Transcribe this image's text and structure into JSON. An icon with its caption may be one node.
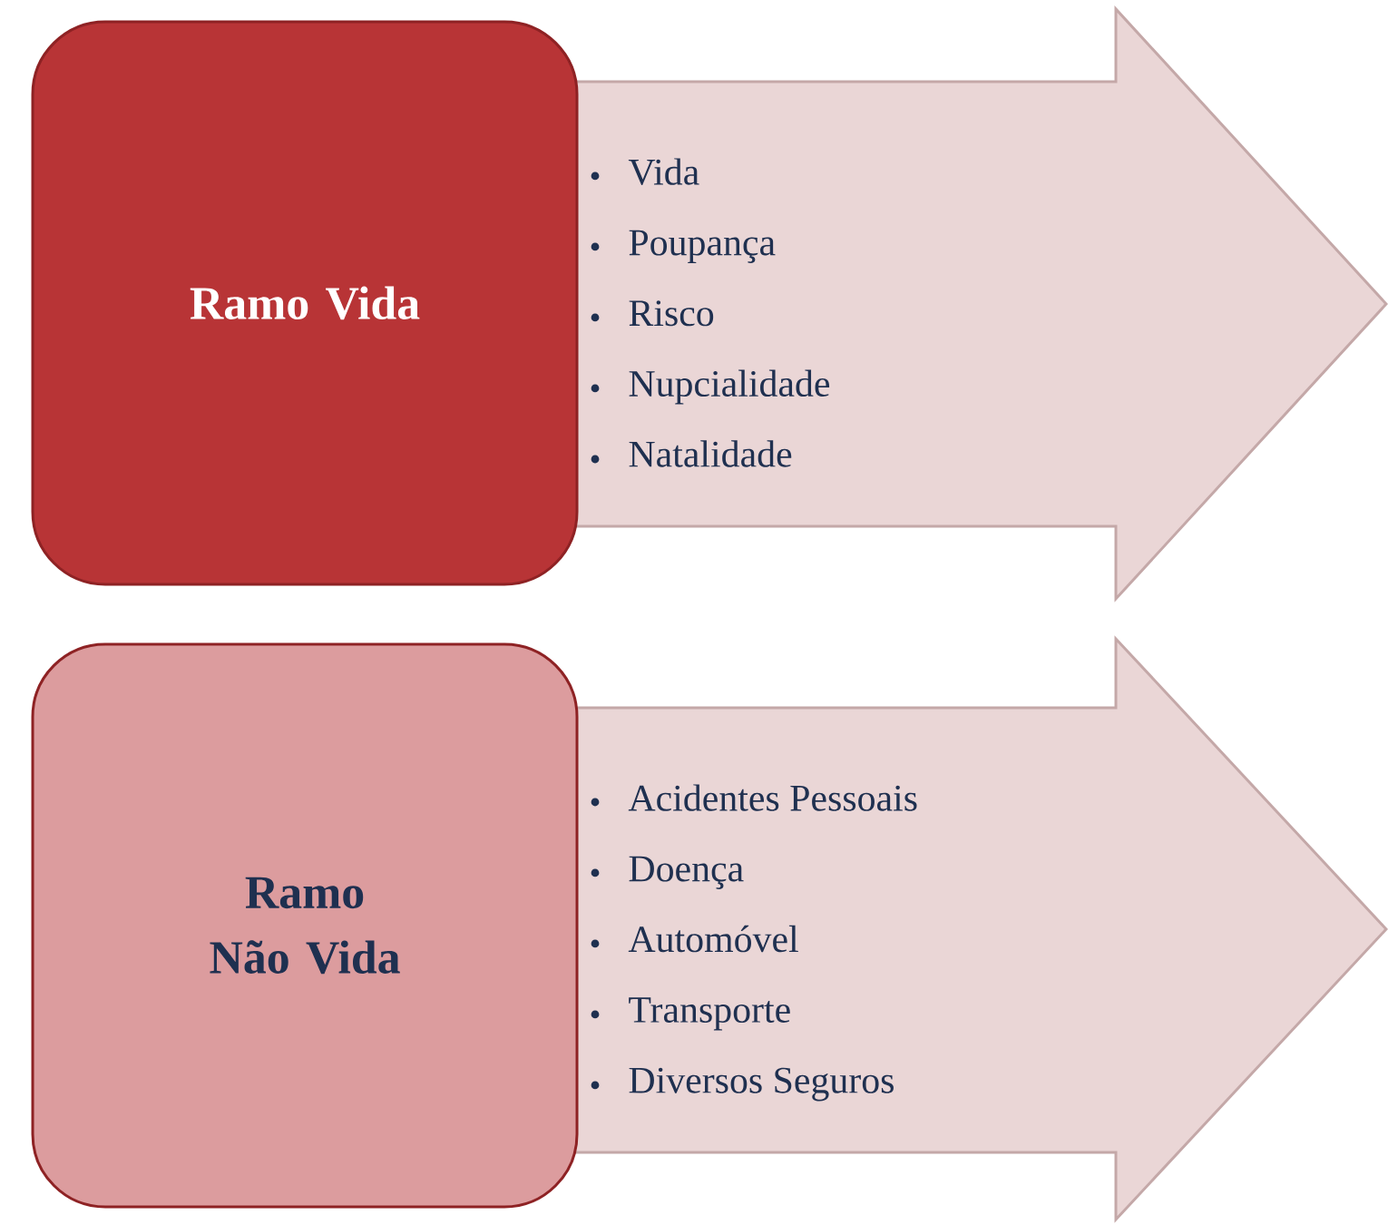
{
  "diagram": {
    "nodes": [
      {
        "text": [
          "Ramo Vida"
        ]
      },
      {
        "text": [
          "Vida",
          "Poupança",
          "Risco",
          "Nupcialidade",
          "Natalidade"
        ]
      },
      {
        "text": [
          "Ramo Não Vida"
        ]
      },
      {
        "text": [
          "Acidentes Pessoais",
          "Doença",
          "Automóvel",
          "Transporte",
          "Diversos Seguros"
        ]
      }
    ]
  }
}
